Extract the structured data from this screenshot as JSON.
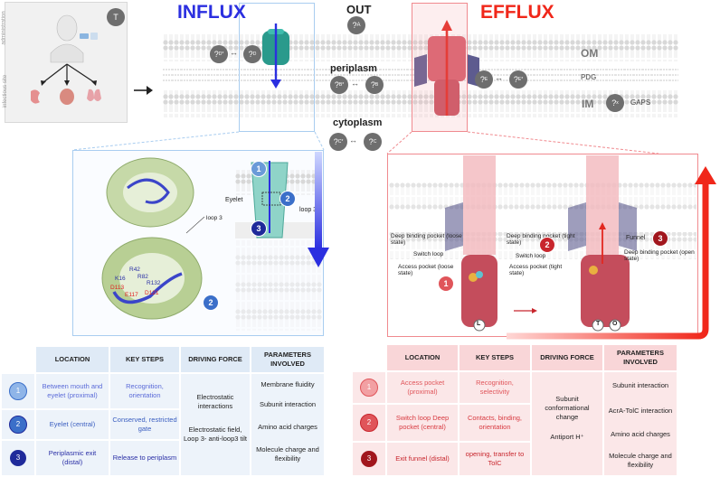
{
  "header": {
    "influx": "INFLUX",
    "efflux": "EFFLUX",
    "out": "OUT",
    "out_sub": "A",
    "periplasm": "periplasm",
    "cytoplasm": "cytoplasm",
    "om": "OM",
    "pdg": "PDG",
    "im": "IM",
    "gaps": "GAPS"
  },
  "admin_panel": {
    "side_top": "administration",
    "side_bottom": "infectious site",
    "t_badge": "T"
  },
  "qbadges": {
    "d_star": "D*",
    "d": "D",
    "b_star": "B*",
    "b": "B",
    "e": "E",
    "e_star": "E*",
    "c_star": "C*",
    "c": "C",
    "x": "x",
    "q": "?"
  },
  "influx_panel": {
    "loop3_top": "loop 3",
    "eyelet": "Eyelet",
    "loop3_side": "loop 3",
    "residues": [
      "R42",
      "K16",
      "R82",
      "R132",
      "D113",
      "E117",
      "D121"
    ],
    "num1": "1",
    "num2": "2",
    "num3": "3"
  },
  "efflux_panel": {
    "deep_loose": "Deep binding pocket (loose state)",
    "switch_loop_1": "Switch loop",
    "access_loose": "Access pocket (loose state)",
    "deep_tight": "Deep binding pocket (tight state)",
    "switch_loop_2": "Switch loop",
    "access_tight": "Access pocket (tight state)",
    "funnel": "Funnel",
    "deep_open": "Deep binding pocket (open state)",
    "state_l": "L",
    "state_t": "T",
    "state_o": "O",
    "num1": "1",
    "num2": "2",
    "num3": "3"
  },
  "influx_table": {
    "headers": [
      "LOCATION",
      "KEY STEPS",
      "DRIVING FORCE",
      "PARAMETERS INVOLVED"
    ],
    "rows": [
      {
        "num": "1",
        "location": "Between mouth and eyelet (proximal)",
        "steps": "Recognition, orientation"
      },
      {
        "num": "2",
        "location": "Eyelet (central)",
        "steps": "Conserved, restricted gate"
      },
      {
        "num": "3",
        "location": "Periplasmic exit (distal)",
        "steps": "Release to periplasm"
      }
    ],
    "driving_1": "Electrostatic interactions",
    "driving_2": "Electrostatic field, Loop 3- anti-loop3 tilt",
    "params": [
      "Membrane fluidity",
      "Subunit interaction",
      "Amino acid charges",
      "Molecule charge and flexibility"
    ]
  },
  "efflux_table": {
    "headers": [
      "LOCATION",
      "KEY STEPS",
      "DRIVING FORCE",
      "PARAMETERS INVOLVED"
    ],
    "rows": [
      {
        "num": "1",
        "location": "Access pocket (proximal)",
        "steps": "Recognition, selectivity"
      },
      {
        "num": "2",
        "location": "Switch loop Deep pocket (central)",
        "steps": "Contacts, binding, orientation"
      },
      {
        "num": "3",
        "location": "Exit funnel (distal)",
        "steps": "opening, transfer to TolC"
      }
    ],
    "driving_1": "Subunit conformational change",
    "driving_2": "Antiport H⁺",
    "params": [
      "Subunit interaction",
      "AcrA-TolC interaction",
      "Amino acid charges",
      "Molecule charge and flexibility"
    ]
  },
  "colors": {
    "blue": "#2b2fe0",
    "light_blue": "#a9cdf0",
    "red": "#f0271a",
    "pink": "#f3b8bd",
    "gray": "#6e6e6e"
  }
}
